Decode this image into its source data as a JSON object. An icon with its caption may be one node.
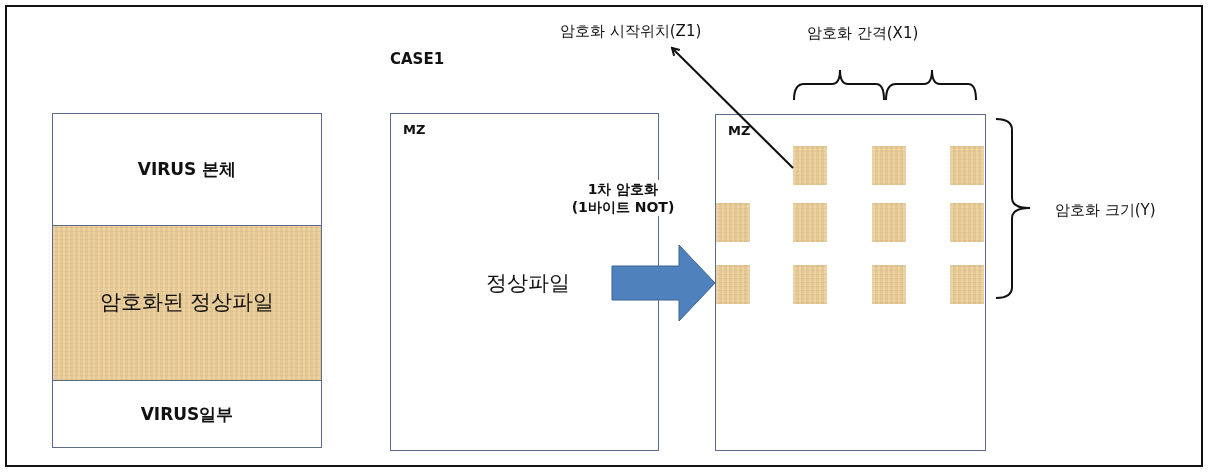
{
  "diagram": {
    "nodes": [
      {
        "text": [
          "VIRUS 본체"
        ]
      },
      {
        "text": [
          "암호화된 정상파일"
        ]
      },
      {
        "text": [
          "VIRUS일부"
        ]
      },
      {
        "text": [
          "MZ",
          "정상파일"
        ]
      },
      {
        "text": [
          "MZ"
        ]
      },
      {
        "text": [],
        "shape": "box",
        "in": 4
      },
      {
        "text": [],
        "shape": "box",
        "in": 4
      },
      {
        "text": [],
        "shape": "box",
        "in": 4
      },
      {
        "text": [],
        "shape": "box",
        "in": 4
      },
      {
        "text": [],
        "shape": "box",
        "in": 4
      },
      {
        "text": [],
        "shape": "box",
        "in": 4
      },
      {
        "text": [],
        "shape": "box",
        "in": 4
      },
      {
        "text": [],
        "shape": "box",
        "in": 4
      },
      {
        "text": [],
        "shape": "box",
        "in": 4
      },
      {
        "text": [],
        "shape": "box",
        "in": 4
      },
      {
        "text": [],
        "shape": "box",
        "in": 4
      },
      {
        "text": [
          "암호화 시작위치(Z1)"
        ]
      }
    ],
    "edges": [
      {
        "from": 5,
        "to": 16,
        "arrow": "to"
      },
      {
        "from": 3,
        "to": 4,
        "arrow": "to",
        "label": "1차 암호화 (1바이트 NOT)",
        "style": "thick",
        "color": "#4f81bd"
      }
    ],
    "labels": [
      "CASE1",
      "암호화 간격(X1)",
      "암호화 크기(Y)"
    ]
  }
}
